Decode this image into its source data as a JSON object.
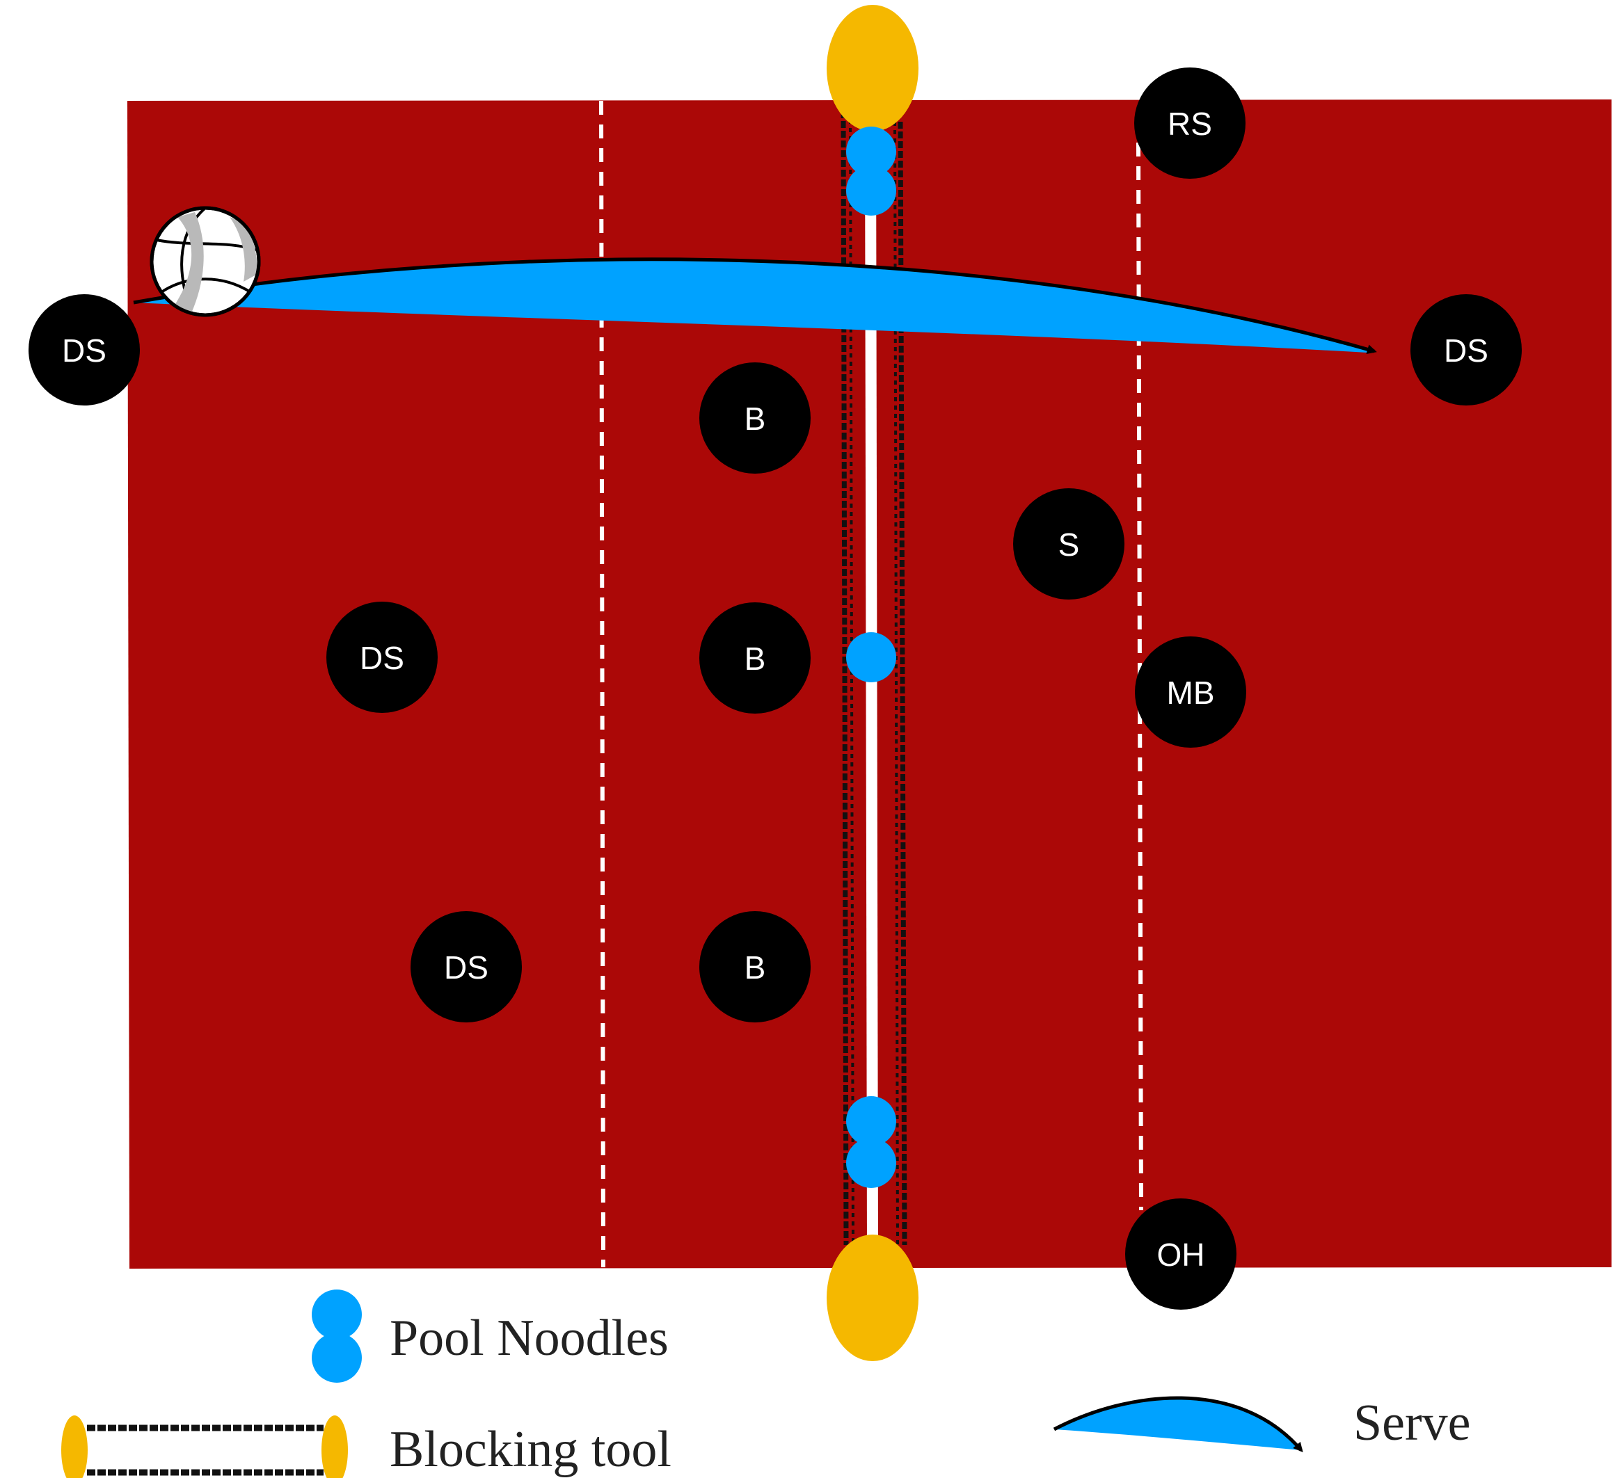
{
  "colors": {
    "court": "#ab0807",
    "player": "#000000",
    "player_text": "#ffffff",
    "noodle": "#00a2ff",
    "post": "#f5b800",
    "serve": "#00a2ff",
    "net": "#ffffff"
  },
  "players": [
    {
      "id": "ds-server",
      "label": "DS",
      "team": "left"
    },
    {
      "id": "b-top",
      "label": "B",
      "team": "left"
    },
    {
      "id": "b-mid",
      "label": "B",
      "team": "left"
    },
    {
      "id": "b-bottom",
      "label": "B",
      "team": "left"
    },
    {
      "id": "ds-mid-left",
      "label": "DS",
      "team": "left"
    },
    {
      "id": "ds-bottom-left",
      "label": "DS",
      "team": "left"
    },
    {
      "id": "rs",
      "label": "RS",
      "team": "right"
    },
    {
      "id": "ds-right",
      "label": "DS",
      "team": "right"
    },
    {
      "id": "s",
      "label": "S",
      "team": "right"
    },
    {
      "id": "mb",
      "label": "MB",
      "team": "right"
    },
    {
      "id": "oh",
      "label": "OH",
      "team": "right"
    }
  ],
  "legend": {
    "pool_noodles": "Pool Noodles",
    "blocking_tool": "Blocking tool",
    "serve": "Serve"
  },
  "icons": {
    "ball": "volleyball-icon",
    "noodle": "pool-noodle-icon",
    "post": "blocking-tool-post-icon",
    "serve_arrow": "serve-arrow-icon"
  }
}
